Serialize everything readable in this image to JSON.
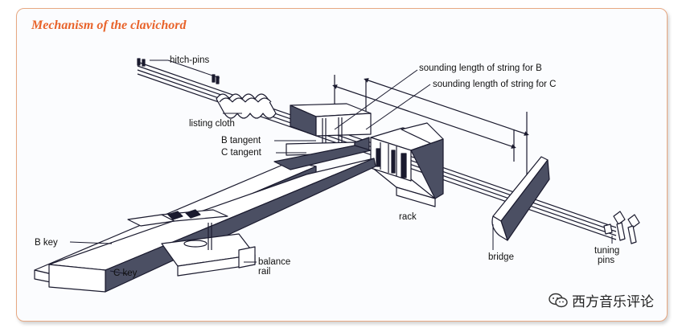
{
  "title": "Mechanism of the clavichord",
  "labels": {
    "hitch_pins": "hitch-pins",
    "sounding_b": "sounding length of string for B",
    "sounding_c": "sounding length of string for C",
    "listing_cloth": "listing cloth",
    "b_tangent": "B tangent",
    "c_tangent": "C tangent",
    "rack": "rack",
    "b_key": "B key",
    "c_key": "C key",
    "balance_rail_1": "balance",
    "balance_rail_2": "rail",
    "bridge": "bridge",
    "tuning_pins_1": "tuning",
    "tuning_pins_2": "pins"
  },
  "watermark": {
    "text": "西方音乐评论",
    "icon": "wechat-icon"
  },
  "colors": {
    "title": "#e8632a",
    "frame_border": "#e7a882",
    "ink": "#1a1a2e",
    "shade": "#4b4f63"
  }
}
